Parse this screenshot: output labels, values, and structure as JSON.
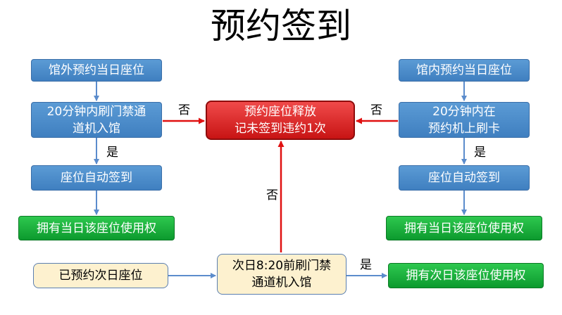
{
  "title": "预约签到",
  "left": {
    "step1": "馆外预约当日座位",
    "step2": "20分钟内刷门禁通\n道机入馆",
    "step3": "座位自动签到",
    "result": "拥有当日该座位使用权"
  },
  "right": {
    "step1": "馆内预约当日座位",
    "step2": "20分钟内在\n预约机上刷卡",
    "step3": "座位自动签到",
    "result": "拥有当日该座位使用权"
  },
  "center": {
    "penalty": "预约座位释放\n记未签到违约1次"
  },
  "bottom": {
    "start": "已预约次日座位",
    "check": "次日8:20前刷门禁\n通道机入馆",
    "result": "拥有次日该座位使用权"
  },
  "labels": {
    "no": "否",
    "yes": "是"
  },
  "colors": {
    "blue": "#4a8ccb",
    "green": "#18b03c",
    "red": "#e02020",
    "cream": "#fdf1cf",
    "arrow_blue": "#5b8ccc",
    "arrow_red": "#e01010"
  }
}
